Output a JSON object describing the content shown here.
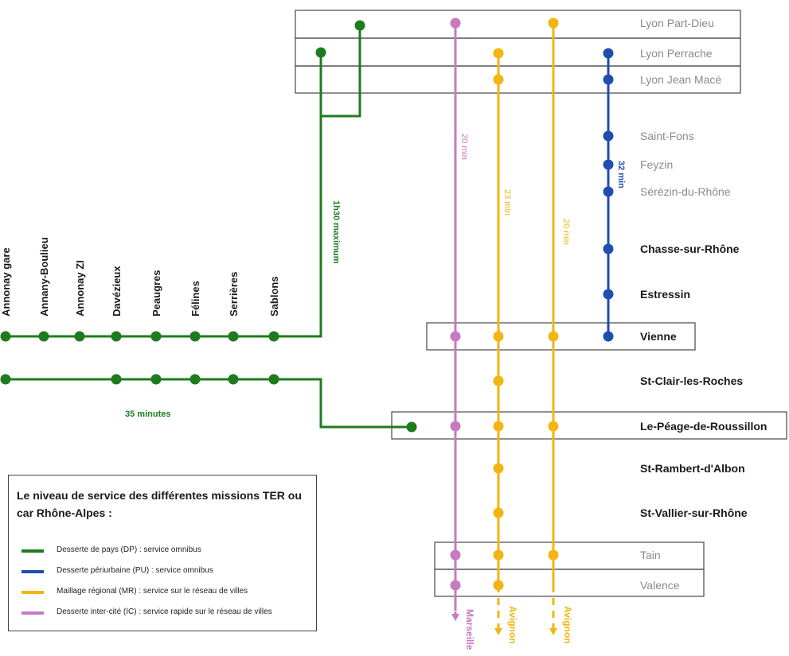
{
  "stations_main": [
    {
      "id": "lyon-part-dieu",
      "name": "Lyon Part-Dieu",
      "style": "light"
    },
    {
      "id": "lyon-perrache",
      "name": "Lyon Perrache",
      "style": "light"
    },
    {
      "id": "lyon-jean-mace",
      "name": "Lyon Jean Macé",
      "style": "light"
    },
    {
      "id": "saint-fons",
      "name": "Saint-Fons",
      "style": "light"
    },
    {
      "id": "feyzin",
      "name": "Feyzin",
      "style": "light"
    },
    {
      "id": "serezin",
      "name": "Sérézin-du-Rhône",
      "style": "light"
    },
    {
      "id": "chasse",
      "name": "Chasse-sur-Rhône",
      "style": "bold"
    },
    {
      "id": "estressin",
      "name": "Estressin",
      "style": "bold"
    },
    {
      "id": "vienne",
      "name": "Vienne",
      "style": "bold"
    },
    {
      "id": "st-clair",
      "name": "St-Clair-les-Roches",
      "style": "bold"
    },
    {
      "id": "peage",
      "name": "Le-Péage-de-Roussillon",
      "style": "bold"
    },
    {
      "id": "st-rambert",
      "name": "St-Rambert-d'Albon",
      "style": "bold"
    },
    {
      "id": "st-vallier",
      "name": "St-Vallier-sur-Rhône",
      "style": "bold"
    },
    {
      "id": "tain",
      "name": "Tain",
      "style": "light"
    },
    {
      "id": "valence",
      "name": "Valence",
      "style": "light"
    }
  ],
  "stations_annonay": [
    {
      "id": "annonay-gare",
      "name": "Annonay gare"
    },
    {
      "id": "annonay-boulieu",
      "name": "Annany-Boulieu"
    },
    {
      "id": "annonay-zi",
      "name": "Annonay ZI"
    },
    {
      "id": "davezieux",
      "name": "Davézieux"
    },
    {
      "id": "peaugres",
      "name": "Peaugres"
    },
    {
      "id": "felines",
      "name": "Félines"
    },
    {
      "id": "serrieres",
      "name": "Serrières"
    },
    {
      "id": "sablons",
      "name": "Sablons"
    }
  ],
  "durations": {
    "green_lyon": "1h30 maximum",
    "green_annonay": "35 minutes",
    "pink": "20 min",
    "yellow_1": "23 min",
    "yellow_2": "20 min",
    "blue": "32 min"
  },
  "destinations": {
    "pink": "Marseille",
    "yellow_1": "Avignon",
    "yellow_2": "Avignon"
  },
  "legend": {
    "title": "Le niveau de service des différentes missions TER ou car Rhône-Alpes :",
    "items": [
      {
        "label": "Desserte de pays (DP) : service omnibus",
        "color": "#1e7b1e"
      },
      {
        "label": "Desserte périurbaine (PU) : service omnibus",
        "color": "#1f4fae"
      },
      {
        "label": "Maillage régional (MR) : service sur le réseau de villes",
        "color": "#f2b511"
      },
      {
        "label": "Desserte inter-cité (IC) : service rapide sur le réseau de villes",
        "color": "#c77ac2"
      }
    ]
  },
  "colors": {
    "green": "#1e7b1e",
    "blue": "#1f4fae",
    "yellow": "#f2b511",
    "pink": "#c77ac2"
  }
}
